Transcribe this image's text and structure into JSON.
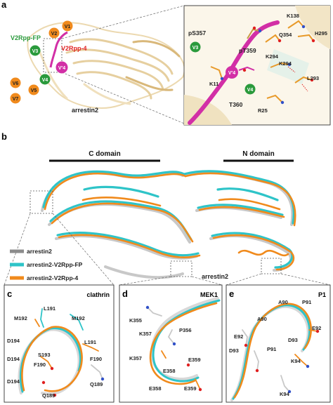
{
  "panel_a": {
    "letter": "a",
    "v2rpp_fp": "V2Rpp-FP",
    "v2rpp_4": "V2Rpp-4",
    "arrestin2": "arrestin2",
    "left_sites": [
      "V1",
      "V2",
      "V3",
      "V4",
      "V5",
      "V6",
      "V7",
      "V'4"
    ],
    "inset": {
      "residues": [
        "pS357",
        "pT359",
        "T360",
        "K138",
        "Q354",
        "H295",
        "K294",
        "K294",
        "L293",
        "K11",
        "R25"
      ],
      "sites": [
        "V3",
        "V'4",
        "V4"
      ]
    }
  },
  "panel_b": {
    "letter": "b",
    "c_domain": "C domain",
    "n_domain": "N domain",
    "arrestin2": "arrestin2",
    "legend": [
      {
        "label": "arrestin2",
        "color": "#8c8c8c"
      },
      {
        "label": "arrestin2-V2Rpp-FP",
        "color": "#2ec4c8"
      },
      {
        "label": "arrestin2-V2Rpp-4",
        "color": "#f08a1c"
      }
    ]
  },
  "panel_c": {
    "letter": "c",
    "title": "clathrin",
    "residues": [
      "L191",
      "M192",
      "M192",
      "D194",
      "S193",
      "L191",
      "D194",
      "F190",
      "F190",
      "D194",
      "Q189",
      "Q189"
    ]
  },
  "panel_d": {
    "letter": "d",
    "title": "MEK1",
    "residues": [
      "K355",
      "P356",
      "K357",
      "K357",
      "E359",
      "E358",
      "E358",
      "E359"
    ]
  },
  "panel_e": {
    "letter": "e",
    "title": "P1",
    "residues": [
      "A90",
      "P91",
      "A90",
      "E92",
      "E92",
      "D93",
      "P91",
      "D93",
      "K94",
      "K94"
    ]
  },
  "colors": {
    "orange": "#f08a1c",
    "cyan": "#2ec4c8",
    "gray": "#b0b0b0",
    "magenta": "#d22fa6",
    "green": "#2a9a3c",
    "red": "#e02020",
    "tan": "#e8d4a8"
  }
}
